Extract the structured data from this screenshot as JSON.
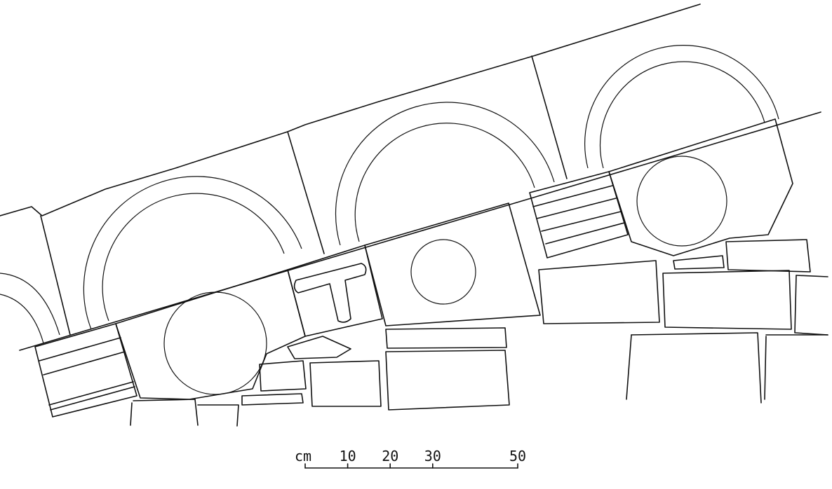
{
  "scale_bar": {
    "unit": "cm",
    "ticks": [
      {
        "label": "10",
        "value": 10
      },
      {
        "label": "20",
        "value": 20
      },
      {
        "label": "30",
        "value": 30
      },
      {
        "label": "50",
        "value": 50
      }
    ],
    "max": 50
  },
  "colors": {
    "ink": "#111111",
    "paper": "#ffffff"
  }
}
